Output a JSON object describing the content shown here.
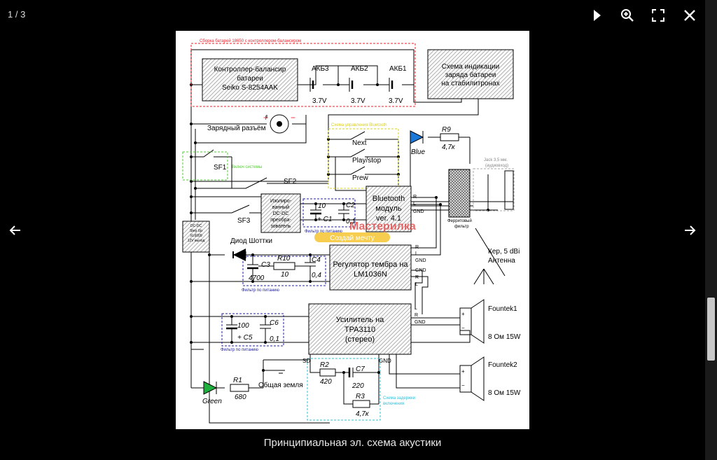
{
  "viewer": {
    "counter": "1 / 3",
    "caption": "Принципиальная эл. схема акустики"
  },
  "schematic": {
    "battery_assembly": "Сборка батарей 18650 с контроллером-балансиром",
    "controller": [
      "Контроллер-балансир",
      "батареи",
      "Seiko S-8254AAK"
    ],
    "batteries": [
      "АКБ3",
      "АКБ2",
      "АКБ1"
    ],
    "battery_voltage": [
      "3.7V",
      "3.7V",
      "3.7V"
    ],
    "indicator": [
      "Схема индикации",
      "заряда батареи",
      "на стабилитронах"
    ],
    "charge_port": "Зарядный разъём",
    "plus": "+",
    "minus": "−",
    "bt_control": "Схема управления Bluetooth",
    "buttons": [
      "Next",
      "Play/stop",
      "Prew"
    ],
    "led_blue": "Blue",
    "r9": "R9",
    "r9_value": "4,7к",
    "sf1": "SF1",
    "power_switch": "Включ системы",
    "sf2": "SF2",
    "sf3": "SF3",
    "dcdc": [
      "Изолиро-",
      "ванный",
      "DC-DC",
      "преобра-",
      "зователь"
    ],
    "c1_value": "10",
    "c1": "+ C1",
    "c2": "C2",
    "c2_value": "0,1",
    "power_filter_1": "Фильтр по питанию",
    "bluetooth": [
      "Bluetooth",
      "модуль",
      "ver. 4.1"
    ],
    "bt_pins": [
      "R",
      "L",
      "GND"
    ],
    "jack": [
      "Jack 3,5 мм.",
      "(аудиовход)"
    ],
    "ferrite": [
      "Ферритовый",
      "фильтр"
    ],
    "stepup": [
      "DC-DC",
      "Step Up",
      "XL6009",
      "12V выход"
    ],
    "schottky": "Диод Шоттки",
    "c3": "C3",
    "c3_value": "4700",
    "r10": "R10",
    "r10_value": "10",
    "c4": "C4",
    "c4_value": "0,4",
    "power_filter_2": "Фильтр по питанию",
    "tone": [
      "Регулятор тембра на",
      "LM1036N"
    ],
    "tone_pins_in": [
      "R",
      "L",
      "GND"
    ],
    "tone_pins_out": [
      "GND",
      "R",
      "L"
    ],
    "antenna": [
      "Кер, 5 dBi",
      "Антенна"
    ],
    "c5_value": "100",
    "c5": "+ C5",
    "c6": "C6",
    "c6_value": "0,1",
    "power_filter_3": "Фильтр по питанию",
    "amp": [
      "Усилитель на",
      "TPA3110",
      "(стерео)"
    ],
    "amp_pins": [
      "L",
      "R",
      "GND"
    ],
    "speaker1": "Fountek1",
    "speaker1_spec": "8 Ом 15W",
    "speaker2": "Fountek2",
    "speaker2_spec": "8 Ом 15W",
    "sd": "SD",
    "gnd": "GND",
    "r2": "R2",
    "r2_value": "420",
    "c7": "C7",
    "c7_value": "220",
    "r3": "R3",
    "r3_value": "4,7к",
    "delay_circuit": [
      "Схема задержки",
      "включения"
    ],
    "led_green": "Green",
    "r1": "R1",
    "r1_value": "680",
    "ground": "Общая земля",
    "watermark": [
      "Мастерилка",
      "Создай мечту"
    ]
  }
}
